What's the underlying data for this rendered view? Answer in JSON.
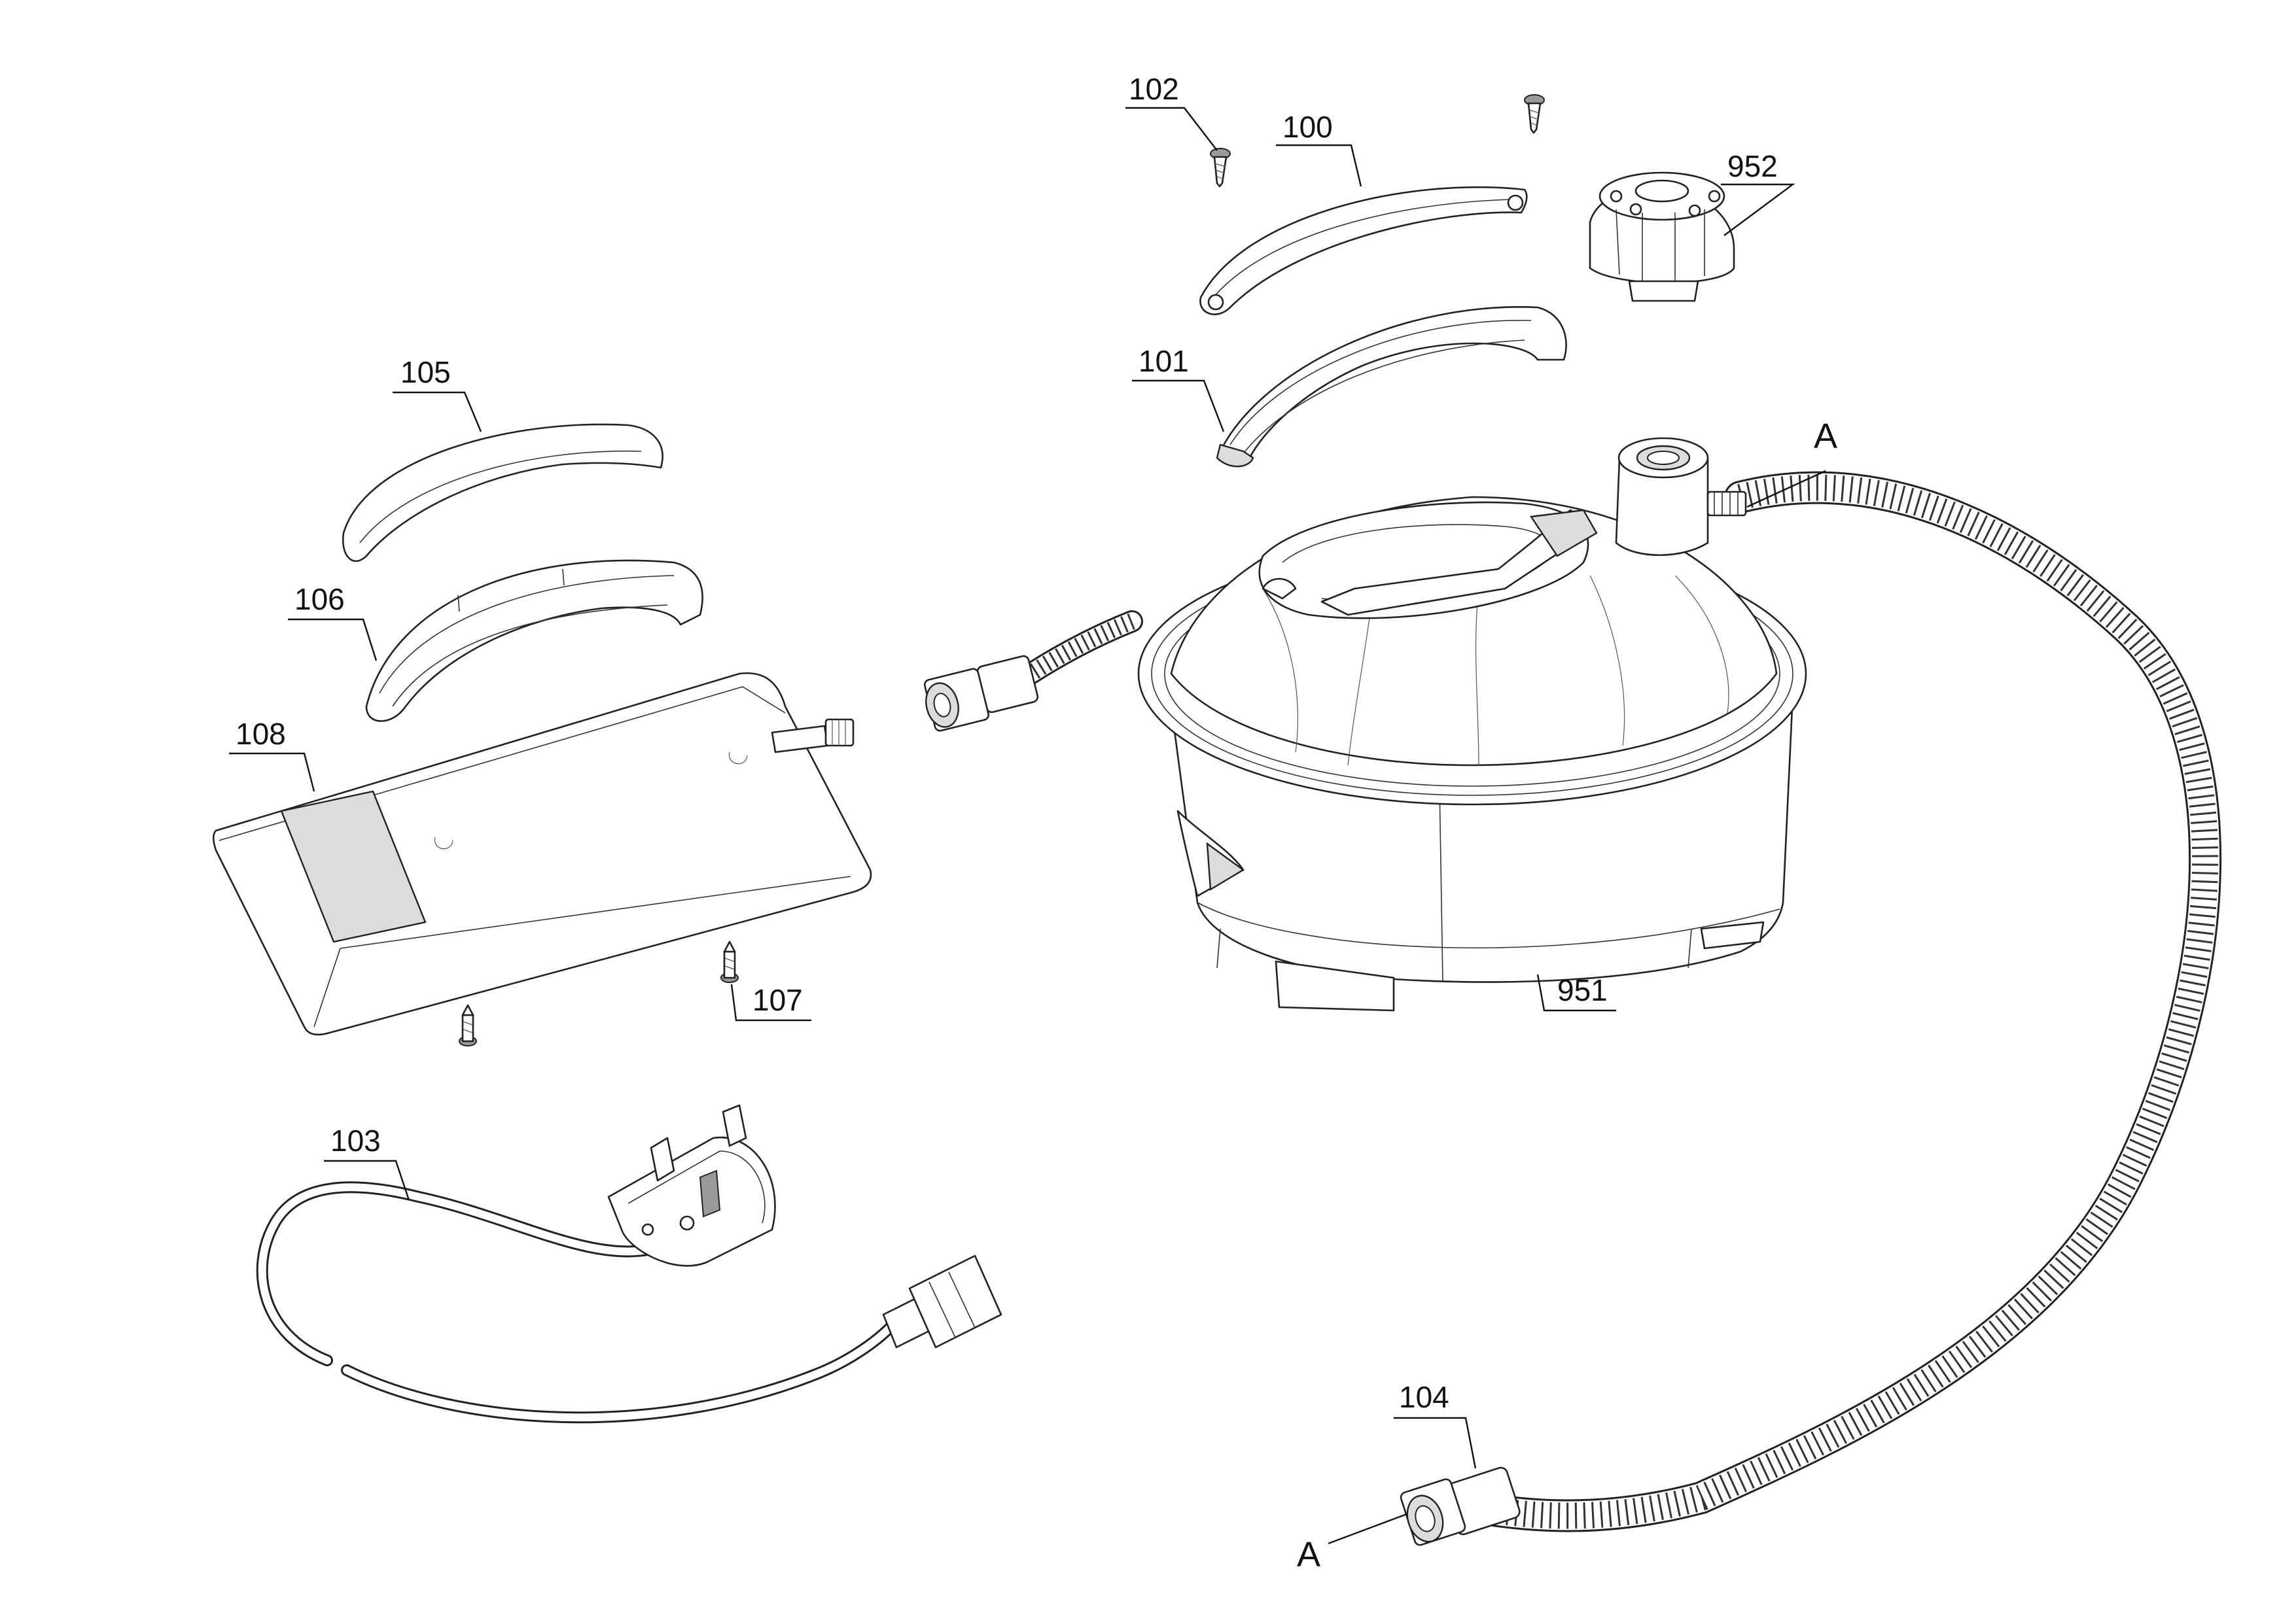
{
  "diagram": {
    "callouts": {
      "c100": "100",
      "c101": "101",
      "c102": "102",
      "c103": "103",
      "c104": "104",
      "c105": "105",
      "c106": "106",
      "c107": "107",
      "c108": "108",
      "c951": "951",
      "c952": "952"
    },
    "section_marks": {
      "top": "A",
      "bottom": "A"
    }
  }
}
